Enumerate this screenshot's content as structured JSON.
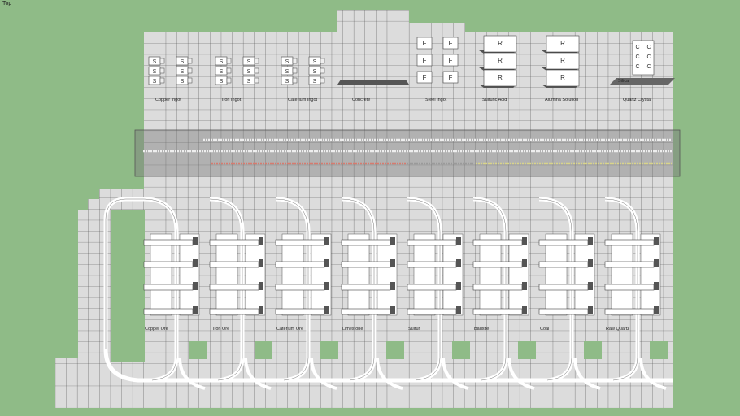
{
  "viewport": {
    "view_name": "Top"
  },
  "colors": {
    "background": "#8fbb87",
    "floor": "#dcdcdc",
    "grid_line": "#4a4a4a",
    "belt_red": "#d77a6e",
    "belt_yellow": "#d9d58a",
    "belt_gray": "#9a9a9a"
  },
  "top_stations": [
    {
      "label": "Copper Ingot",
      "machine_letter": "S",
      "type": "smelter"
    },
    {
      "label": "Iron Ingot",
      "machine_letter": "S",
      "type": "smelter"
    },
    {
      "label": "Caterium Ingot",
      "machine_letter": "S",
      "type": "smelter"
    },
    {
      "label": "Concrete",
      "machine_letter": "",
      "type": "constructor"
    },
    {
      "label": "Steel Ingot",
      "machine_letter": "F",
      "type": "foundry"
    },
    {
      "label": "Sulfuric Acid",
      "machine_letter": "R",
      "type": "refinery"
    },
    {
      "label": "Alumina Solution",
      "machine_letter": "R",
      "type": "refinery"
    },
    {
      "label": "Quartz Crystal",
      "machine_letter": "C",
      "type": "constructor",
      "sub_label": "Silica"
    }
  ],
  "ore_stations": [
    {
      "label": "Copper Ore"
    },
    {
      "label": "Iron Ore"
    },
    {
      "label": "Caterium Ore"
    },
    {
      "label": "Limestone"
    },
    {
      "label": "Sulfur"
    },
    {
      "label": "Bauxite"
    },
    {
      "label": "Coal"
    },
    {
      "label": "Raw Quartz"
    }
  ]
}
